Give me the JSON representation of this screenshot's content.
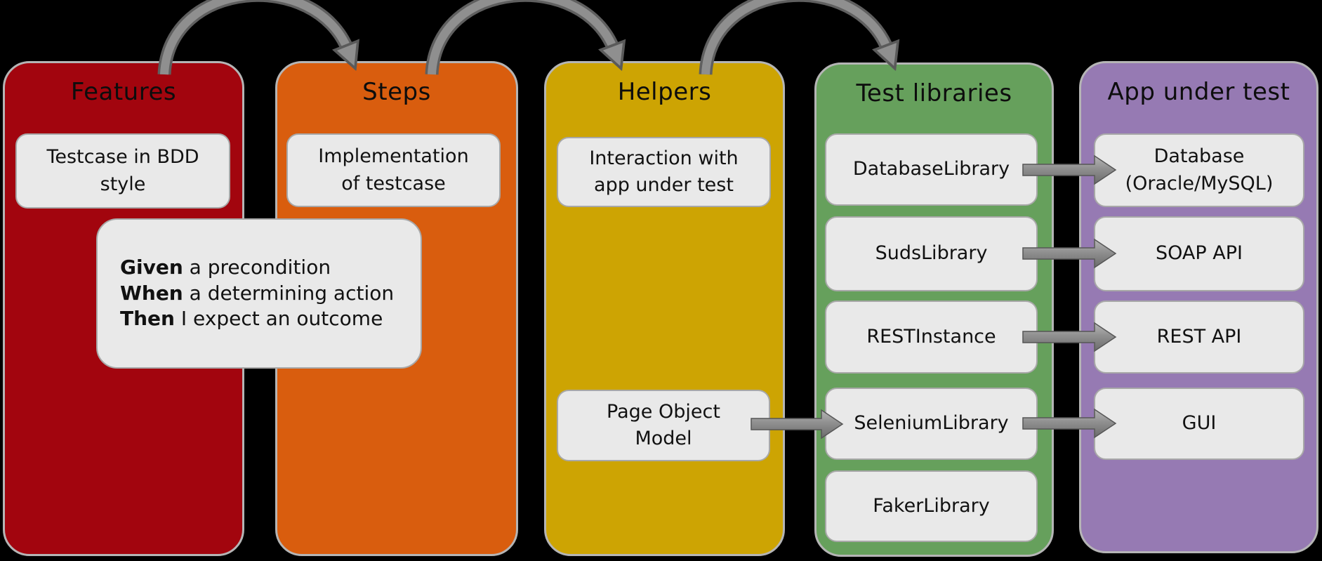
{
  "theme": {
    "background": "#000000",
    "box_fill": "#e9e9e9",
    "box_border": "#a8a8a8",
    "column_border": "#b5b5b5",
    "arrow_fill": "#8f8f8f",
    "arrow_border": "#5a5a5a",
    "text_color": "#0a0a0a"
  },
  "columns": [
    {
      "title": "Features",
      "color": "#a2050e",
      "boxes": [
        {
          "lines": [
            "Testcase in BDD",
            "style"
          ]
        }
      ]
    },
    {
      "title": "Steps",
      "color": "#d95d0e",
      "boxes": [
        {
          "lines": [
            "Implementation",
            "of testcase"
          ]
        }
      ]
    },
    {
      "title": "Helpers",
      "color": "#cda403",
      "boxes": [
        {
          "lines": [
            "Interaction with",
            "app under test"
          ]
        },
        {
          "lines": [
            "Page Object",
            "Model"
          ]
        }
      ]
    },
    {
      "title": "Test libraries",
      "color": "#66a05c",
      "boxes": [
        {
          "lines": [
            "DatabaseLibrary"
          ]
        },
        {
          "lines": [
            "SudsLibrary"
          ]
        },
        {
          "lines": [
            "RESTInstance"
          ]
        },
        {
          "lines": [
            "SeleniumLibrary"
          ]
        },
        {
          "lines": [
            "FakerLibrary"
          ]
        }
      ]
    },
    {
      "title": "App under test",
      "color": "#967ab3",
      "boxes": [
        {
          "lines": [
            "Database",
            "(Oracle/MySQL)"
          ]
        },
        {
          "lines": [
            "SOAP API"
          ]
        },
        {
          "lines": [
            "REST API"
          ]
        },
        {
          "lines": [
            "GUI"
          ]
        }
      ]
    }
  ],
  "bdd_note": {
    "lines": [
      {
        "keyword": "Given",
        "text": " a precondition"
      },
      {
        "keyword": "When",
        "text": " a determining action"
      },
      {
        "keyword": "Then",
        "text": " I expect an outcome"
      }
    ]
  },
  "connections": {
    "flow": [
      {
        "from": "Features",
        "to": "Steps"
      },
      {
        "from": "Steps",
        "to": "Helpers"
      },
      {
        "from": "Helpers",
        "to": "Test libraries"
      }
    ],
    "mappings": [
      {
        "from": "Page Object Model",
        "to": "SeleniumLibrary"
      },
      {
        "from": "DatabaseLibrary",
        "to": "Database (Oracle/MySQL)"
      },
      {
        "from": "SudsLibrary",
        "to": "SOAP API"
      },
      {
        "from": "RESTInstance",
        "to": "REST API"
      },
      {
        "from": "SeleniumLibrary",
        "to": "GUI"
      }
    ]
  }
}
